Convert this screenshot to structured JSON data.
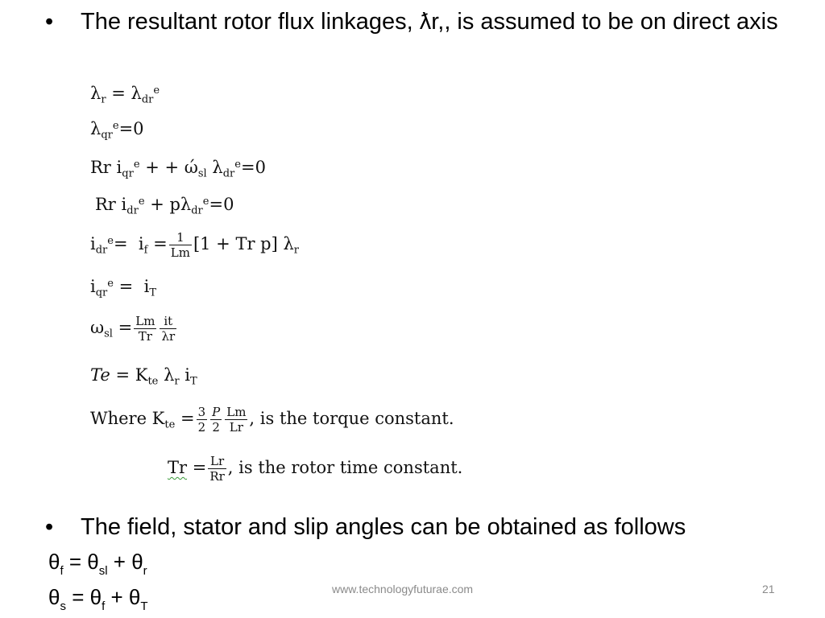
{
  "slide": {
    "bullet_symbol": "•",
    "bullet1": {
      "text": "The resultant rotor flux linkages, ƛr,, is assumed to be on direct axis"
    },
    "equations": {
      "eq1": "λr = λdre",
      "eq2": "λqre=0",
      "eq3": "Rr iqre + + ώsl λdre=0",
      "eq4": "Rr idre + pλdre=0",
      "eq5": "idre= if = 1/Lm [1 + Tr p] λr",
      "eq6": "iqre = iT",
      "eq7": "ωsl = Lm/Tr it/λr",
      "eq8": "Te = Kte λr iT",
      "eq9": "Where Kte = 3/2 P/2 Lm/Lr, is the torque constant.",
      "eq10": "Tr = Lr/Rr, is the rotor time constant."
    },
    "bullet2": {
      "text": "The field, stator and slip angles can be obtained as follows"
    },
    "theta_f": "θf = θsl + θr",
    "theta_s": "θs = θf + θT",
    "footer": {
      "url": "www.technologyfuturae.com",
      "page_number": "21"
    }
  }
}
